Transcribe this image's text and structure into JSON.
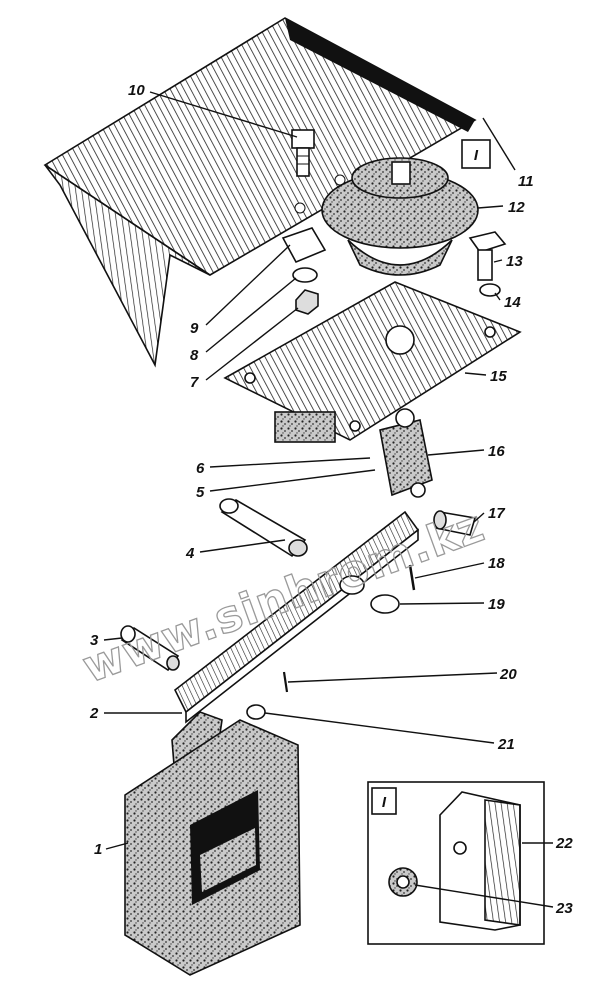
{
  "diagram": {
    "inset_marker": "I",
    "watermark": "www.sinhrom.kz",
    "callouts": [
      {
        "id": "c1",
        "label": "1"
      },
      {
        "id": "c2",
        "label": "2"
      },
      {
        "id": "c3",
        "label": "3"
      },
      {
        "id": "c4",
        "label": "4"
      },
      {
        "id": "c5",
        "label": "5"
      },
      {
        "id": "c6",
        "label": "6"
      },
      {
        "id": "c7",
        "label": "7"
      },
      {
        "id": "c8",
        "label": "8"
      },
      {
        "id": "c9",
        "label": "9"
      },
      {
        "id": "c10",
        "label": "10"
      },
      {
        "id": "c11",
        "label": "11"
      },
      {
        "id": "c12",
        "label": "12"
      },
      {
        "id": "c13",
        "label": "13"
      },
      {
        "id": "c14",
        "label": "14"
      },
      {
        "id": "c15",
        "label": "15"
      },
      {
        "id": "c16",
        "label": "16"
      },
      {
        "id": "c17",
        "label": "17"
      },
      {
        "id": "c18",
        "label": "18"
      },
      {
        "id": "c19",
        "label": "19"
      },
      {
        "id": "c20",
        "label": "20"
      },
      {
        "id": "c21",
        "label": "21"
      },
      {
        "id": "c22",
        "label": "22"
      },
      {
        "id": "c23",
        "label": "23"
      }
    ]
  }
}
